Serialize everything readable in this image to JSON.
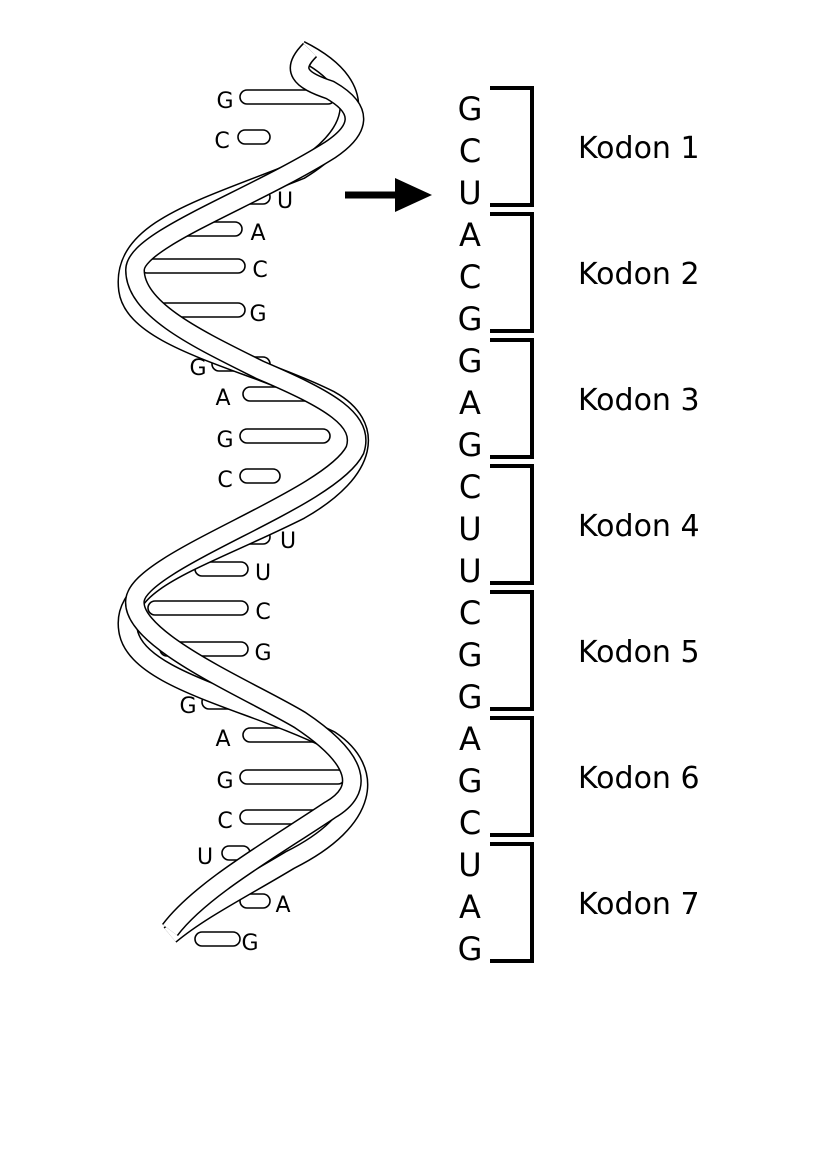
{
  "helix": {
    "bases": [
      "G",
      "C",
      "U",
      "A",
      "C",
      "G",
      "G",
      "A",
      "G",
      "C",
      "U",
      "U",
      "C",
      "G",
      "G",
      "A",
      "G",
      "C",
      "U",
      "A",
      "G"
    ]
  },
  "sequence": [
    "G",
    "C",
    "U",
    "A",
    "C",
    "G",
    "G",
    "A",
    "G",
    "C",
    "U",
    "U",
    "C",
    "G",
    "G",
    "A",
    "G",
    "C",
    "U",
    "A",
    "G"
  ],
  "codons": [
    "Kodon 1",
    "Kodon 2",
    "Kodon 3",
    "Kodon 4",
    "Kodon 5",
    "Kodon 6",
    "Kodon 7"
  ],
  "arrow_icon": "right-arrow-icon",
  "colors": {
    "ink": "#000000",
    "background": "#ffffff"
  }
}
